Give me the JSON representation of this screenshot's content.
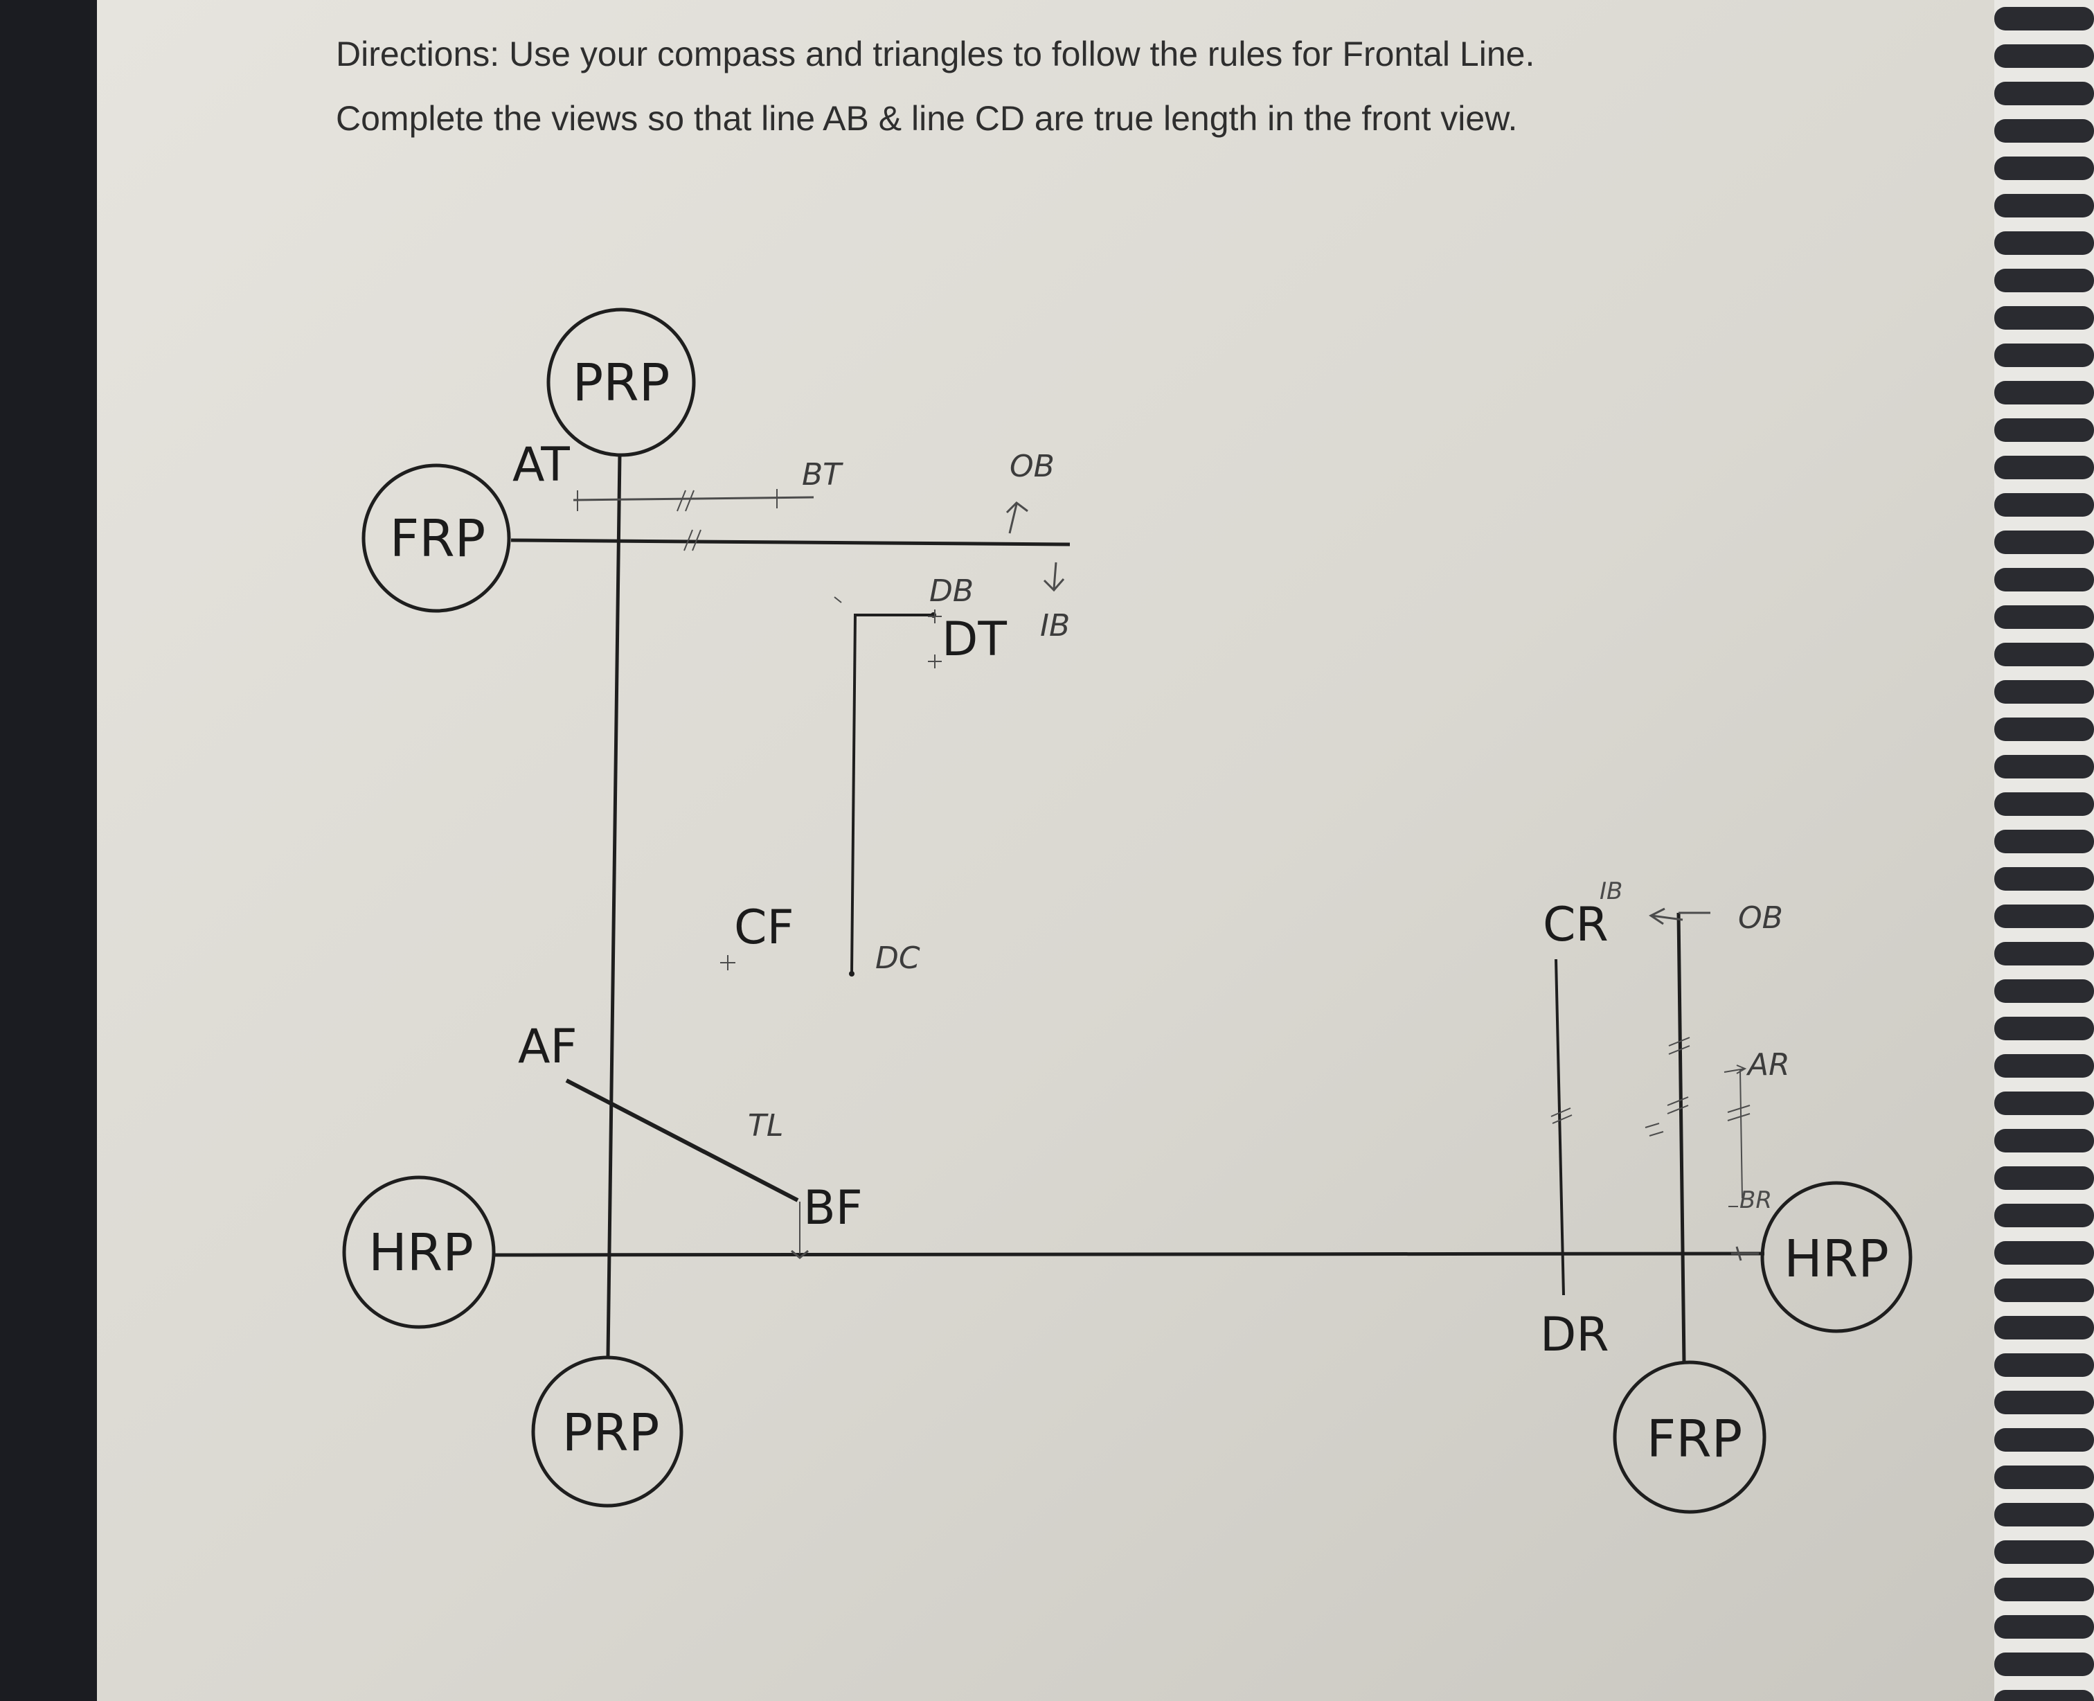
{
  "directions": {
    "line1": "Directions: Use your compass and triangles to follow the rules for Frontal Line.",
    "line2": "Complete the views so that line AB & line CD are true length in the front view."
  },
  "reference_planes": {
    "prp_top": "PRP",
    "frp_left": "FRP",
    "hrp_left": "HRP",
    "prp_bottom": "PRP",
    "hrp_right": "HRP",
    "frp_bottom": "FRP"
  },
  "point_labels": {
    "at": "AT",
    "dt": "DT",
    "cf": "CF",
    "af": "AF",
    "bf": "BF",
    "cr": "CR",
    "dr": "DR"
  },
  "handwritten": {
    "bt": "BT",
    "ob_top": "OB",
    "db": "DB",
    "ib": "IB",
    "dc": "DC",
    "tl": "TL",
    "ib_right": "IB",
    "ob_right": "OB",
    "ar": "AR",
    "br": "BR"
  },
  "colors": {
    "paper": "#dcdad3",
    "ink": "#1e1e1e",
    "pencil": "#4c4c4c",
    "binding": "#2a2b30"
  }
}
